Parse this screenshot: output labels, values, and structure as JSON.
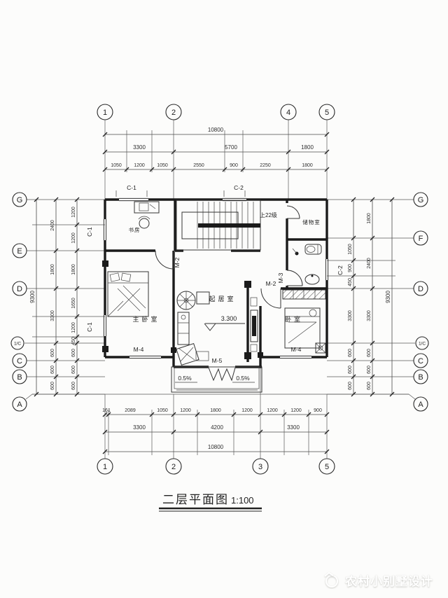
{
  "title": {
    "text": "二层平面图",
    "scale": "1:100"
  },
  "watermark": {
    "text": "农村小别墅设计",
    "logo": "house-sketch-logo"
  },
  "axes": {
    "top": [
      "1",
      "2",
      "4",
      "5"
    ],
    "bottom": [
      "1",
      "2",
      "3",
      "5"
    ],
    "left": [
      "G",
      "E",
      "D",
      "1/C",
      "C",
      "B",
      "A"
    ],
    "right": [
      "G",
      "F",
      "D",
      "1/C",
      "C",
      "B",
      "A"
    ]
  },
  "dims": {
    "top_total": "10800",
    "top_mid": [
      "3300",
      "5700",
      "1800"
    ],
    "top_inner": [
      "1050",
      "1200",
      "1050",
      "2550",
      "900",
      "2250",
      "1800"
    ],
    "bottom_inner": [
      "161",
      "2089",
      "1050",
      "1200",
      "1800",
      "1200",
      "1200",
      "1200",
      "900"
    ],
    "bottom_mid": [
      "3300",
      "4200",
      "3300"
    ],
    "bottom_total": "10800",
    "left_outer": "9300",
    "left_mid": [
      "2400",
      "1800",
      "3300",
      "600",
      "600",
      "600"
    ],
    "left_inner": [
      "1200",
      "1200",
      "1800",
      "1650",
      "1200",
      "450",
      "600",
      "600",
      "600"
    ],
    "right_outer": "9300",
    "right_mid": [
      "1800",
      "2400",
      "3300",
      "600",
      "600",
      "600"
    ],
    "right_inner": [
      "1050",
      "900",
      "450",
      "3300",
      "600",
      "600",
      "600"
    ]
  },
  "labels": {
    "rooms": {
      "study": "书房",
      "storage": "储物室",
      "master_bedroom": "主卧室",
      "living": "起居室",
      "bedroom": "卧室"
    },
    "doors": {
      "m2": "M-2",
      "m3": "M-3",
      "m4": "M-4",
      "m5": "M-5"
    },
    "windows": {
      "c1": "C-1",
      "c2": "C-2"
    },
    "stair_note": "上22级",
    "level": "3.300",
    "slope": "0.5%"
  },
  "colors": {
    "line": "#1b1b1b",
    "paper": "#fcfcfb",
    "watermark_text": "#ffffff"
  }
}
